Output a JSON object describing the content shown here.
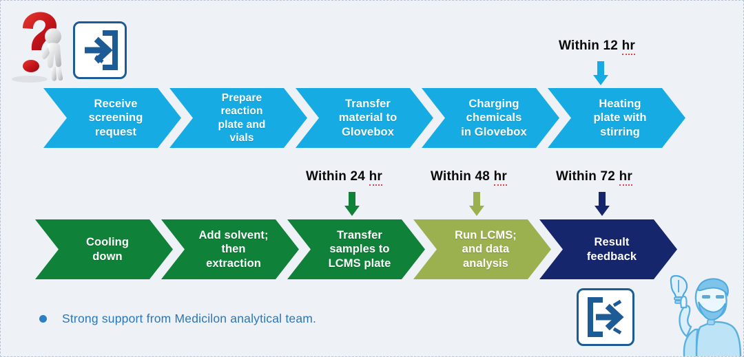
{
  "diagram": {
    "title": "Chemistry screening workflow timeline",
    "background_color": "#eef2f7",
    "colors": {
      "blue": "#16ace3",
      "green": "#0f8138",
      "olive": "#9bb04e",
      "navy": "#16266d",
      "bullet_blue": "#2c76b8",
      "icon_blue": "#1d5b96",
      "question_red": "#cc1f1f"
    }
  },
  "top_row": {
    "color": "#16ace3",
    "steps": [
      {
        "id": "receive-screening-request",
        "lines": [
          "Receive",
          "screening",
          "request"
        ]
      },
      {
        "id": "prepare-reaction-plate-and-vials",
        "lines": [
          "Prepare",
          "reaction",
          "plate and",
          "vials"
        ]
      },
      {
        "id": "transfer-material-to-glovebox",
        "lines": [
          "Transfer",
          "material to",
          "Glovebox"
        ]
      },
      {
        "id": "charging-chemicals-in-glovebox",
        "lines": [
          "Charging",
          "chemicals",
          "in Glovebox"
        ]
      },
      {
        "id": "heating-plate-with-stirring",
        "lines": [
          "Heating",
          "plate with",
          "stirring"
        ]
      }
    ]
  },
  "bottom_row": {
    "steps": [
      {
        "id": "cooling-down",
        "lines": [
          "Cooling",
          "down"
        ],
        "color": "#0f8138"
      },
      {
        "id": "add-solvent-then-extraction",
        "lines": [
          "Add solvent;",
          "then",
          "extraction"
        ],
        "color": "#0f8138"
      },
      {
        "id": "transfer-samples-to-lcms-plate",
        "lines": [
          "Transfer",
          "samples to",
          "LCMS plate"
        ],
        "color": "#0f8138"
      },
      {
        "id": "run-lcms-and-data-analysis",
        "lines": [
          "Run LCMS;",
          "and data",
          "analysis"
        ],
        "color": "#9bb04e"
      },
      {
        "id": "result-feedback",
        "lines": [
          "Result",
          "feedback"
        ],
        "color": "#16266d"
      }
    ]
  },
  "durations": [
    {
      "id": "within-12-hr",
      "prefix": "Within 12 ",
      "unit": "hr",
      "color": "#16ace3"
    },
    {
      "id": "within-24-hr",
      "prefix": "Within 24 ",
      "unit": "hr",
      "color": "#0f8138"
    },
    {
      "id": "within-48-hr",
      "prefix": "Within 48 ",
      "unit": "hr",
      "color": "#9bb04e"
    },
    {
      "id": "within-72-hr",
      "prefix": "Within 72 ",
      "unit": "hr",
      "color": "#16266d"
    }
  ],
  "note": {
    "text": "Strong support from Medicilon analytical team.",
    "bullet_color": "#2f7ec0"
  },
  "icons": {
    "entry": "login-enter-icon",
    "exit": "logout-exit-icon",
    "question": "question-mark-figure-icon",
    "person": "person-with-idea-icon",
    "lightbulb": "lightbulb-icon"
  }
}
